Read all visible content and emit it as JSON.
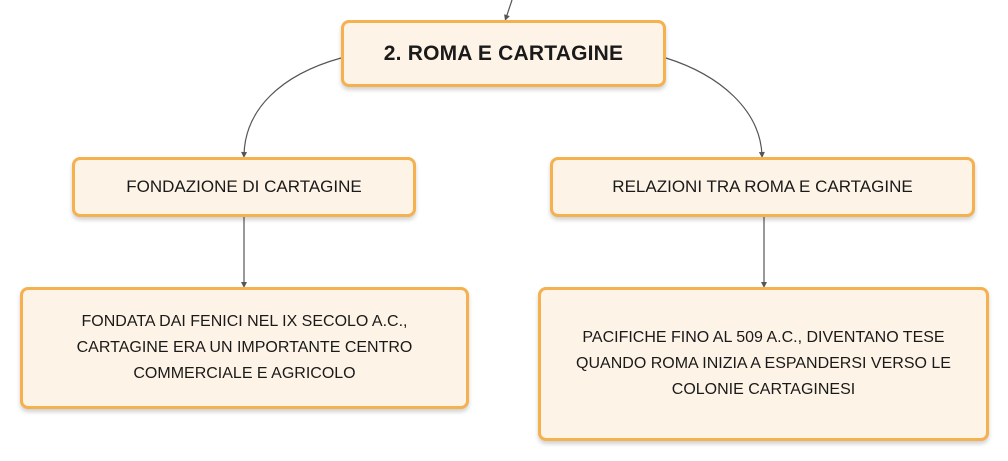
{
  "diagram": {
    "root": {
      "label": "2. ROMA E CARTAGINE"
    },
    "branches": [
      {
        "label": "FONDAZIONE DI CARTAGINE",
        "detail_lines": [
          "FONDATA DAI FENICI NEL IX SECOLO A.C.,",
          "CARTAGINE ERA UN IMPORTANTE CENTRO",
          "COMMERCIALE E AGRICOLO"
        ]
      },
      {
        "label": "RELAZIONI TRA ROMA E CARTAGINE",
        "detail_lines": [
          "PACIFICHE FINO AL 509 A.C., DIVENTANO TESE",
          "QUANDO ROMA INIZIA A ESPANDERSI VERSO LE",
          "COLONIE CARTAGINESI"
        ]
      }
    ]
  },
  "colors": {
    "node_border": "#f5b04f",
    "node_fill": "#fdf3e6",
    "connector": "#555555",
    "text": "#1a1a1a"
  }
}
